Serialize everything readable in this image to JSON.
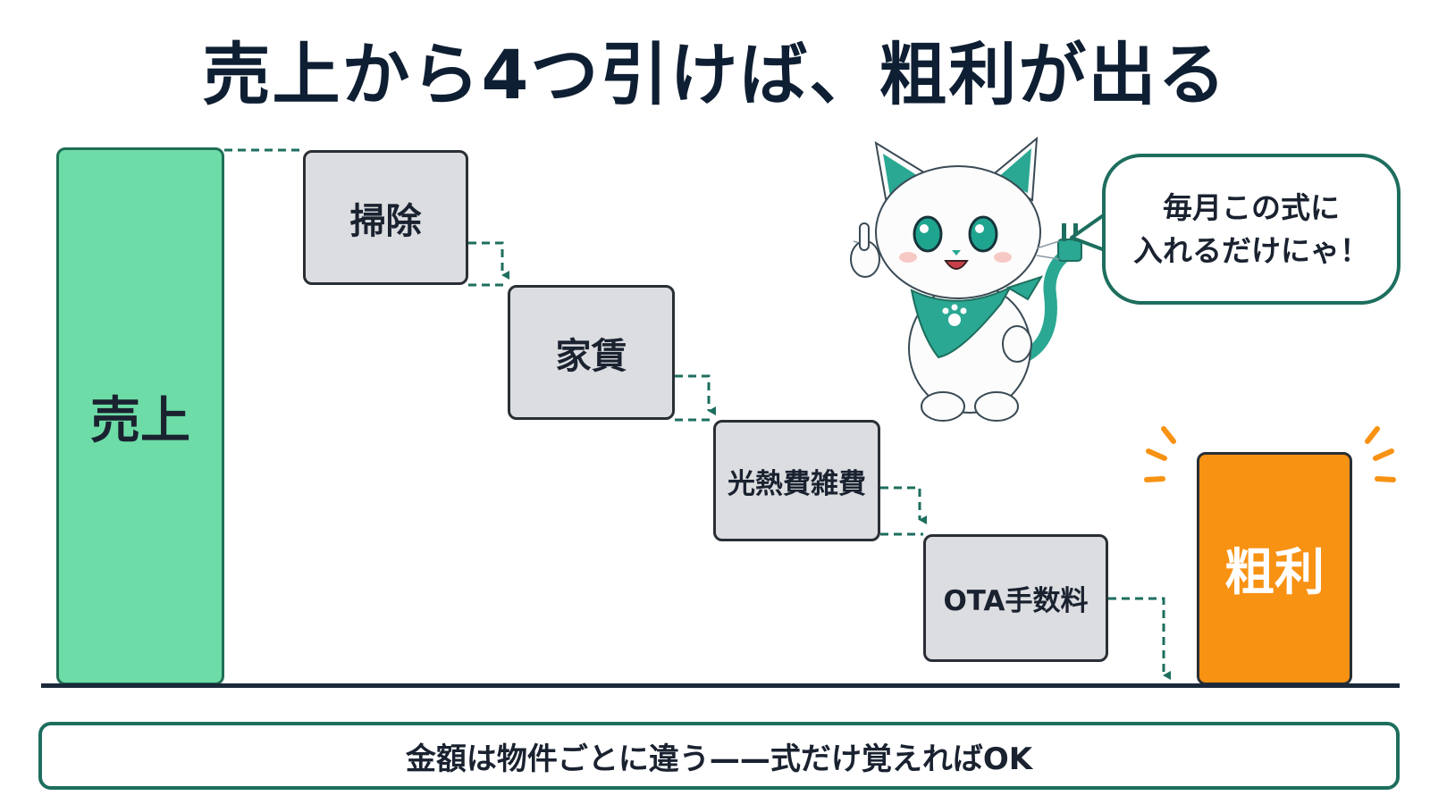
{
  "title": "売上から4つ引けば、粗利が出る",
  "sales_label": "売上",
  "costs": [
    {
      "label": "掃除"
    },
    {
      "label": "家賃"
    },
    {
      "label": "光熱費雑費"
    },
    {
      "label": "OTA手数料"
    }
  ],
  "profit_label": "粗利",
  "speech": {
    "line1": "毎月この式に",
    "line2": "入れるだけにゃ！"
  },
  "footer": "金額は物件ごとに違う——式だけ覚えればOK",
  "colors": {
    "sales": "#6edca7",
    "cost": "#dcdde0",
    "profit": "#f89213",
    "accent": "#1d6e5e"
  },
  "mascot": {
    "icon": "white-cat-mascot-icon"
  }
}
